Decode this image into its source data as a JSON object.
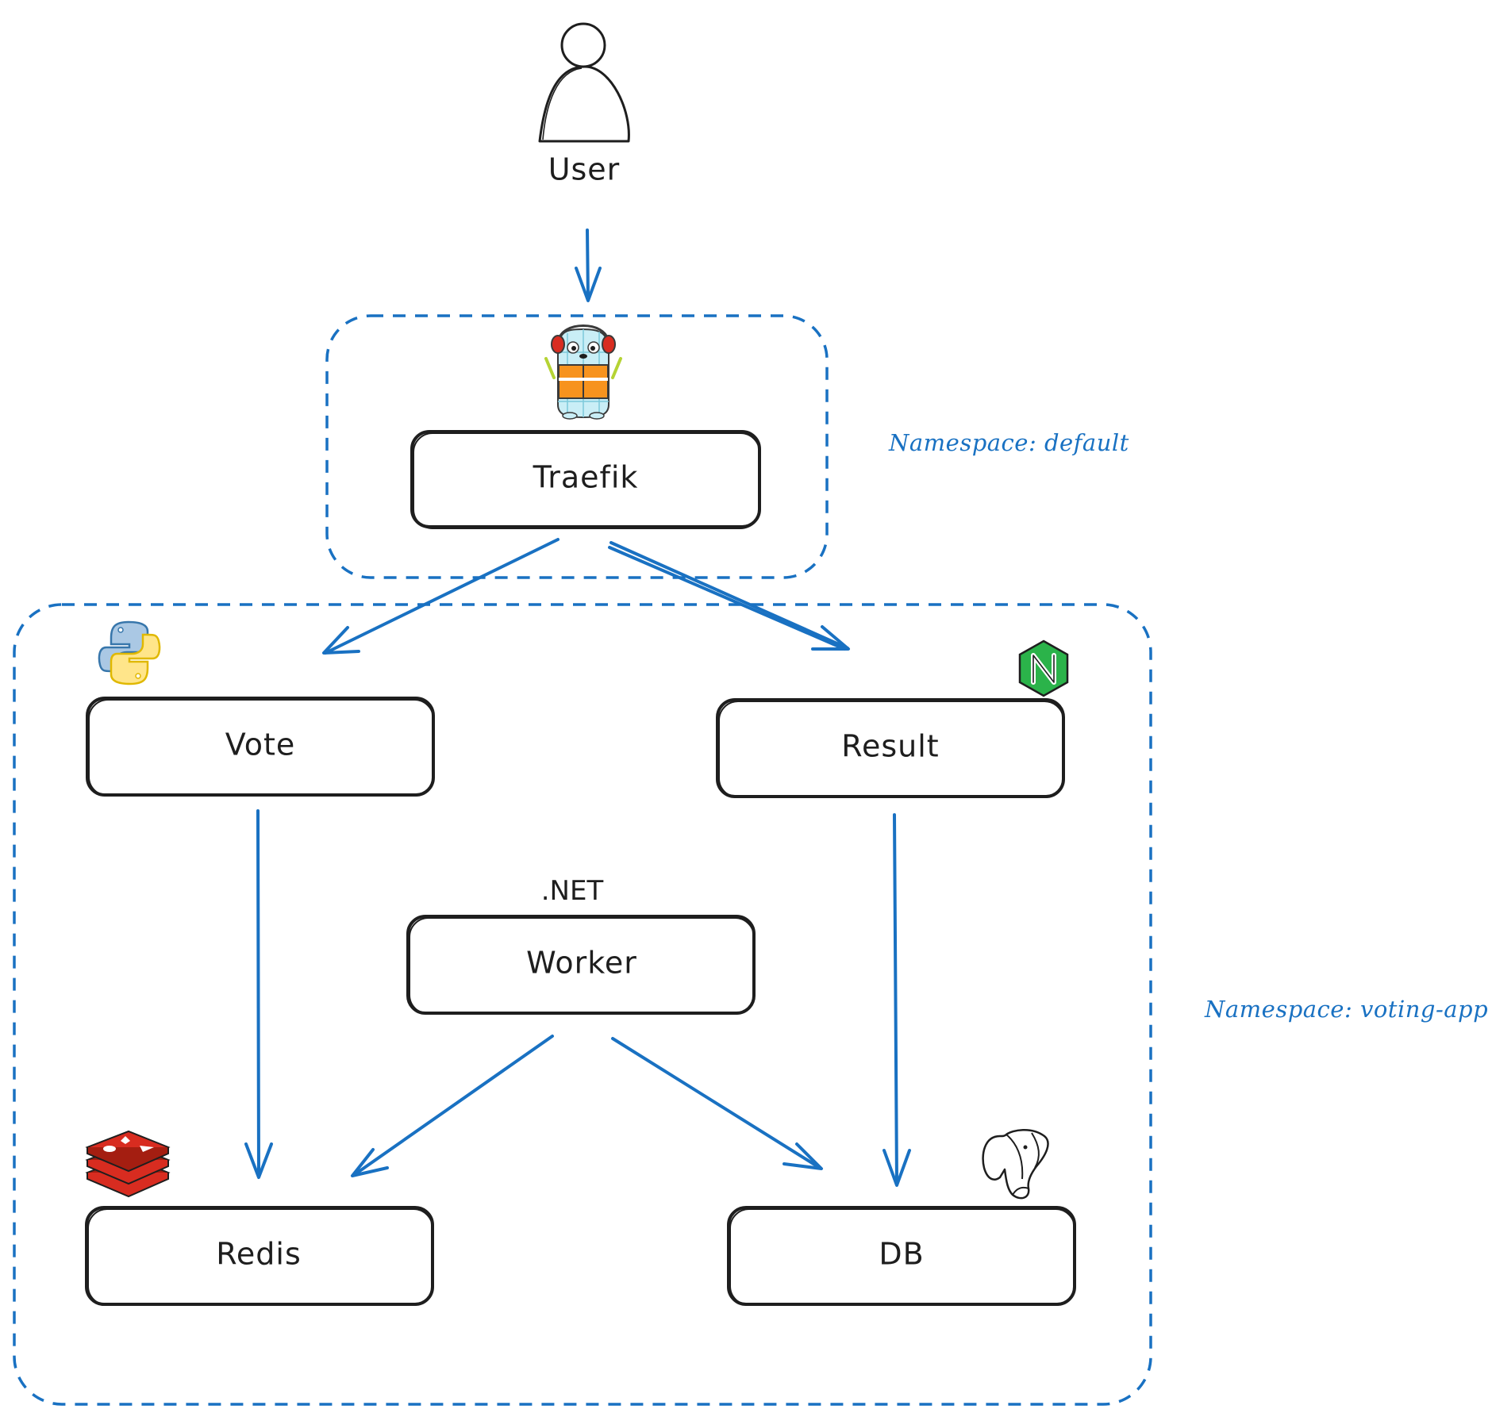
{
  "user": {
    "label": "User"
  },
  "nodes": {
    "traefik": "Traefik",
    "vote": "Vote",
    "result": "Result",
    "worker": "Worker",
    "redis": "Redis",
    "db": "DB"
  },
  "worker_tech_label": ".NET",
  "namespaces": {
    "default": "Namespace: default",
    "voting_app": "Namespace: voting-app"
  },
  "icons": {
    "user": "person-icon",
    "traefik": "traefik-gopher-icon",
    "vote": "python-icon",
    "result": "nginx-icon",
    "redis": "redis-icon",
    "db": "postgresql-elephant-icon"
  },
  "colors": {
    "accent": "#1971c2",
    "stroke": "#1e1e1e",
    "python_blue": "#3776ab",
    "python_yellow": "#ffd43b",
    "nginx_green": "#009639",
    "redis_red": "#d82c20",
    "traefik_orange": "#f7931e"
  }
}
